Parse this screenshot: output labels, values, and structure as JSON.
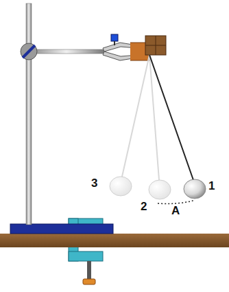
{
  "diagram": {
    "labels": [
      "3",
      "2",
      "1",
      "A"
    ]
  }
}
